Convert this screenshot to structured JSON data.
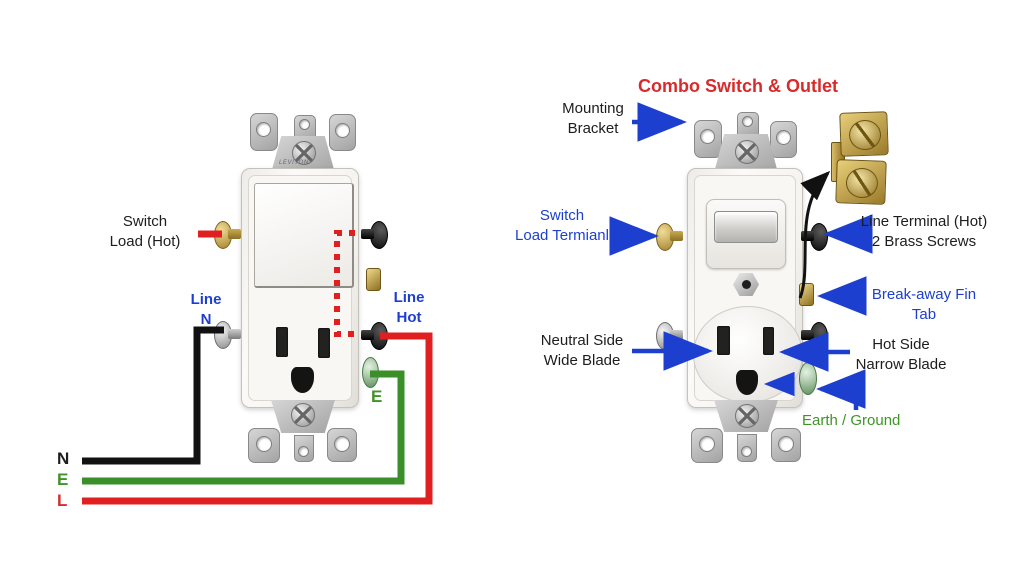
{
  "colors": {
    "title_red": "#d92b2b",
    "label_blue": "#1d3fd0",
    "label_green": "#3f9427",
    "label_black": "#1d1d1d",
    "wire_red": "#e02020",
    "wire_green": "#3a8f28",
    "wire_black": "#111111",
    "brass": "#b8923a"
  },
  "left_device": {
    "bracket_text": "LEVITON",
    "labels": {
      "switch_load": [
        "Switch",
        "Load (Hot)"
      ],
      "line_n": [
        "Line",
        "N"
      ],
      "line_hot": [
        "Line",
        "Hot"
      ],
      "earth": "E",
      "wire_n": "N",
      "wire_e": "E",
      "wire_l": "L"
    }
  },
  "right_device": {
    "title": "Combo Switch & Outlet",
    "labels": {
      "mounting": [
        "Mounting",
        "Bracket"
      ],
      "switch_load_terminal": [
        "Switch",
        "Load Termianl"
      ],
      "line_terminal": [
        "Line Terminal (Hot)",
        "2 Brass Screws"
      ],
      "breakaway": [
        "Break-away Fin",
        "Tab"
      ],
      "neutral": [
        "Neutral Side",
        "Wide Blade"
      ],
      "hot": [
        "Hot Side",
        "Narrow Blade"
      ],
      "earth_ground": "Earth / Ground"
    }
  }
}
